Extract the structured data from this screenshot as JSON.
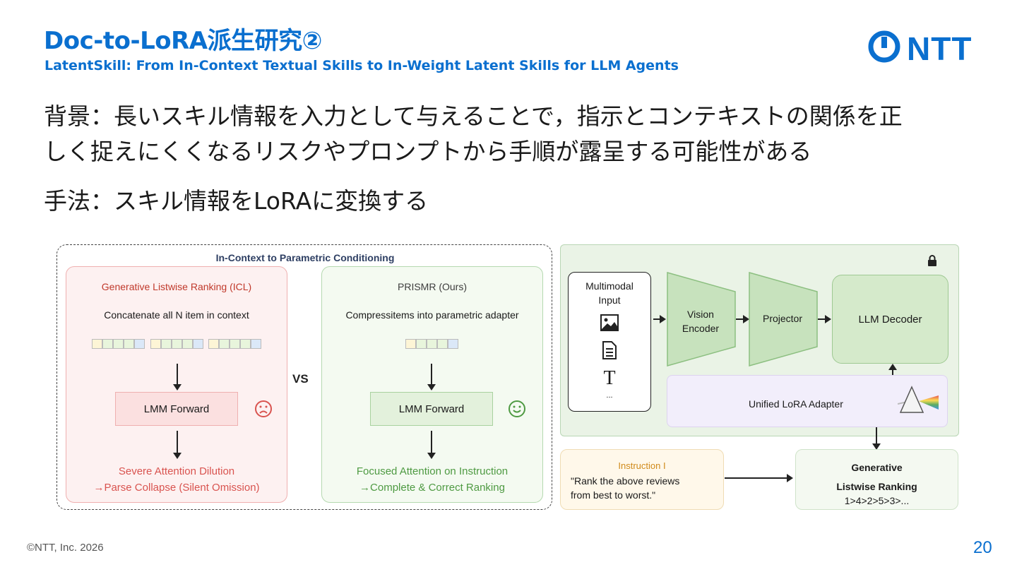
{
  "slide": {
    "title": "Doc-to-LoRA派生研究②",
    "subtitle": "LatentSkill: From In-Context Textual Skills to In-Weight Latent Skills for LLM Agents",
    "logo_text": "NTT",
    "body": {
      "line1": "背景：長いスキル情報を入力として与えることで，指示とコンテキストの関係を正",
      "line2": "しく捉えにくくなるリスクやプロンプトから手順が露呈する可能性がある",
      "line3": "手法：スキル情報をLoRAに変換する"
    },
    "footer": "©NTT, Inc.  2026",
    "page_number": "20"
  },
  "figure": {
    "frame_title": "In-Context to Parametric Conditioning",
    "vs_label": "VS",
    "left_panel": {
      "title": "Generative Listwise Ranking (ICL)",
      "desc": "Concatenate all N item in context",
      "forward": "LMM Forward",
      "outcome1": "Severe Attention Dilution",
      "outcome2": "→Parse Collapse (Silent Omission)",
      "face": "sad-face-icon",
      "color": "#d9534f"
    },
    "right_panel": {
      "title": "PRISMR (Ours)",
      "desc": "Compressitems into parametric adapter",
      "forward": "LMM Forward",
      "outcome1": "Focused Attention on Instruction",
      "outcome2": "→Complete & Correct Ranking",
      "face": "smile-face-icon",
      "color": "#4e9a42"
    },
    "architecture": {
      "input_label1": "Multimodal",
      "input_label2": "Input",
      "text_glyph": "T",
      "ellipsis": "...",
      "vision1": "Vision",
      "vision2": "Encoder",
      "projector": "Projector",
      "decoder": "LLM Decoder",
      "lora": "Unified LoRA Adapter",
      "instruction_title": "Instruction I",
      "instruction_text1": "\"Rank the above reviews",
      "instruction_text2": "from best to worst.\"",
      "output_title1": "Generative",
      "output_title2": "Listwise Ranking",
      "output_value": "1>4>2>5>3>..."
    }
  }
}
